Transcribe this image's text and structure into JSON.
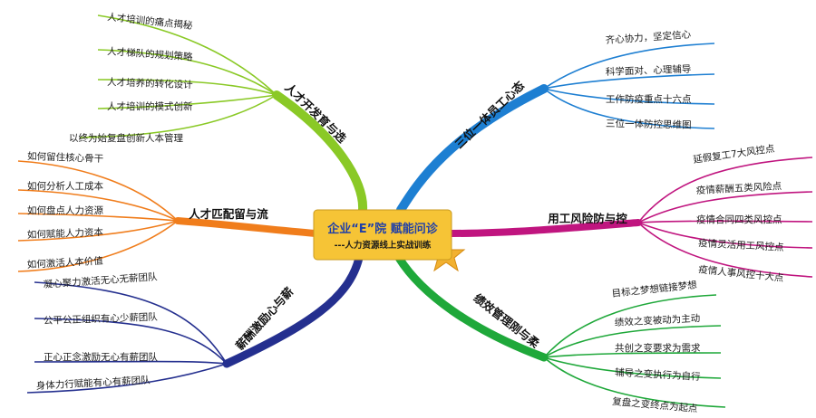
{
  "center": {
    "title": "企业“E”院 赋能问诊",
    "subtitle": "---人力资源线上实战训练"
  },
  "colors": {
    "green": "#8ac926",
    "blue": "#1e7fd2",
    "orange": "#f07d1c",
    "magenta": "#c0157f",
    "navy": "#25308f",
    "emerald": "#1fa83a",
    "center_fill": "#f6c436"
  },
  "branches": [
    {
      "key": "b1",
      "label": "人才开发育与选",
      "color": "green",
      "leaves": [
        "人才培训的痛点揭秘",
        "人才梯队的规划策略",
        "人才培养的转化设计",
        "人才培训的模式创新",
        "以终为始复盘创新人本管理"
      ]
    },
    {
      "key": "b2",
      "label": "人才匹配留与流",
      "color": "orange",
      "leaves": [
        "如何留住核心骨干",
        "如何分析人工成本",
        "如何盘点人力资源",
        "如何赋能人力资本",
        "如何激活人本价值"
      ]
    },
    {
      "key": "b3",
      "label": "薪酬激励心与薪",
      "color": "navy",
      "leaves": [
        "凝心聚力激活无心无薪团队",
        "公平公正组织有心少薪团队",
        "正心正念激励无心有薪团队",
        "身体力行赋能有心有薪团队"
      ]
    },
    {
      "key": "b4",
      "label": "三位一体员工心态",
      "color": "blue",
      "leaves": [
        "齐心协力，坚定信心",
        "科学面对、心理辅导",
        "工作防疫重点十六点",
        "三位一体防控思维图"
      ]
    },
    {
      "key": "b5",
      "label": "用工风险防与控",
      "color": "magenta",
      "leaves": [
        "延假复工7大风控点",
        "疫情薪酬五类风险点",
        "疫情合同四类风控点",
        "疫情灵活用工风控点",
        "疫情人事风控十大点"
      ]
    },
    {
      "key": "b6",
      "label": "绩效管理刚与柔",
      "color": "emerald",
      "leaves": [
        "目标之梦想链接梦想",
        "绩效之变被动为主动",
        "共创之变要求为需求",
        "辅导之变执行为自行",
        "复盘之变终点为起点"
      ]
    }
  ]
}
